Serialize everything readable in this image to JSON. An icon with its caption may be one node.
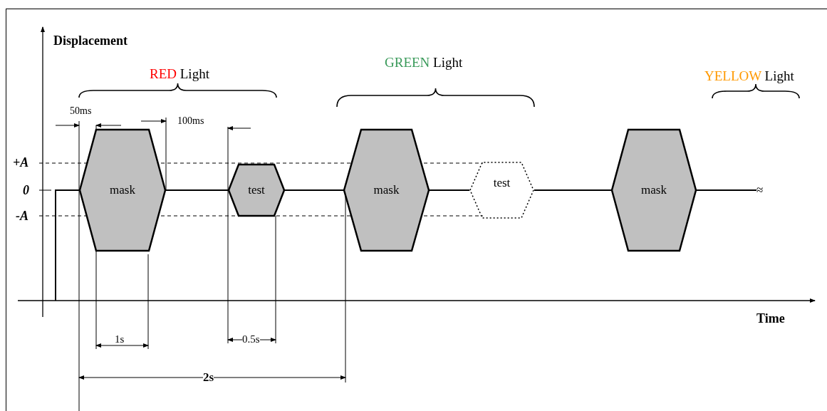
{
  "diagram": {
    "nodes": [
      {
        "text": [
          "mask"
        ]
      },
      {
        "text": [
          "test"
        ]
      },
      {
        "text": [
          "mask"
        ]
      },
      {
        "text": [
          "test"
        ]
      },
      {
        "text": [
          "mask"
        ]
      },
      {
        "text": [
          "≈"
        ]
      }
    ],
    "edges": [
      {
        "from": null,
        "to": 0,
        "arrow": "none"
      },
      {
        "from": 0,
        "to": 1,
        "arrow": "none"
      },
      {
        "from": 1,
        "to": 2,
        "arrow": "none"
      },
      {
        "from": 2,
        "to": 3,
        "arrow": "none"
      },
      {
        "from": 3,
        "to": 4,
        "arrow": "none"
      },
      {
        "from": 4,
        "to": 5,
        "arrow": "none"
      }
    ],
    "labels": [
      "Displacement",
      "RED Light",
      "GREEN Light",
      "YELLOW Light",
      "50ms",
      "100ms",
      "+A",
      "0",
      "-A",
      "1s",
      "0.5s",
      "2s",
      "Time"
    ]
  }
}
